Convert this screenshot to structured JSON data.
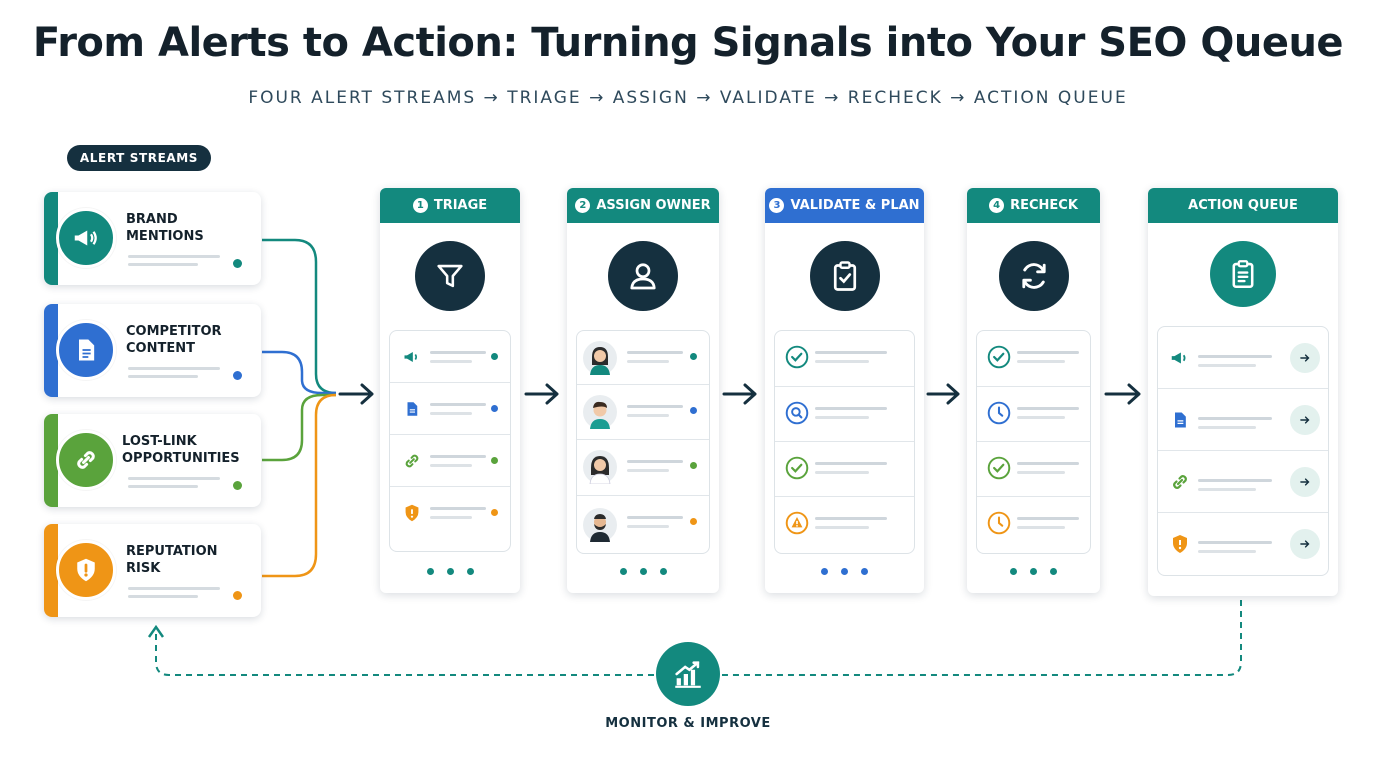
{
  "title": "From Alerts to Action: Turning Signals into Your SEO Queue",
  "subtitle": "FOUR ALERT STREAMS → TRIAGE → ASSIGN → VALIDATE → RECHECK → ACTION QUEUE",
  "streams_label": "ALERT STREAMS",
  "streams": [
    {
      "label": "BRAND\nMENTIONS",
      "color": "#13897e",
      "icon": "megaphone-icon"
    },
    {
      "label": "COMPETITOR\nCONTENT",
      "color": "#2f6fd1",
      "icon": "document-icon"
    },
    {
      "label": "LOST-LINK\nOPPORTUNITIES",
      "color": "#5aa33c",
      "icon": "link-icon"
    },
    {
      "label": "REPUTATION\nRISK",
      "color": "#ef9516",
      "icon": "shield-alert-icon"
    }
  ],
  "stages": [
    {
      "num": "1",
      "title": "TRIAGE",
      "color": "#13897e",
      "icon": "filter-icon"
    },
    {
      "num": "2",
      "title": "ASSIGN OWNER",
      "color": "#13897e",
      "icon": "user-icon"
    },
    {
      "num": "3",
      "title": "VALIDATE & PLAN",
      "color": "#2f6fd1",
      "icon": "clipboard-check-icon"
    },
    {
      "num": "4",
      "title": "RECHECK",
      "color": "#13897e",
      "icon": "refresh-icon"
    },
    {
      "num": "",
      "title": "ACTION QUEUE",
      "color": "#13897e",
      "icon": "clipboard-list-icon"
    }
  ],
  "colors": {
    "teal": "#13897e",
    "blue": "#2f6fd1",
    "green": "#5aa33c",
    "orange": "#ef9516",
    "navy": "#15303f"
  },
  "loop_label": "MONITOR & IMPROVE",
  "loop_icon": "bar-chart-growth-icon"
}
